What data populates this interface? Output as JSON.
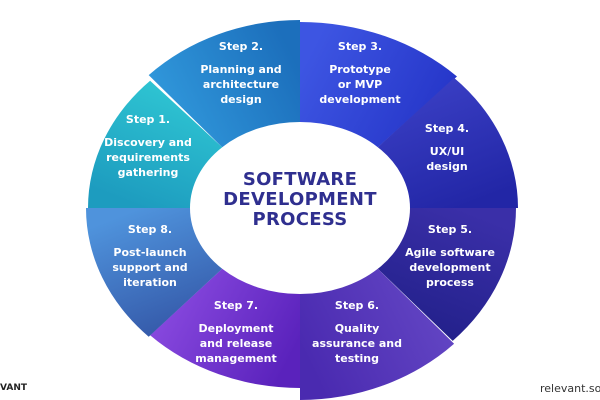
{
  "title": [
    "SOFTWARE",
    "DEVELOPMENT",
    "PROCESS"
  ],
  "steps": [
    {
      "label": "Step 1.",
      "text": "Discovery and requirements gathering",
      "lines": [
        "Discovery and",
        "requirements",
        "gathering"
      ],
      "colors": [
        "#2fc6d3",
        "#1d9cbf"
      ]
    },
    {
      "label": "Step 2.",
      "text": "Planning and architecture design",
      "lines": [
        "Planning and",
        "architecture",
        "design"
      ],
      "colors": [
        "#1c6fbc",
        "#3199dc"
      ]
    },
    {
      "label": "Step 3.",
      "text": "Prototype or MVP development",
      "lines": [
        "Prototype",
        "or MVP",
        "development"
      ],
      "colors": [
        "#2535c8",
        "#3d55e2"
      ]
    },
    {
      "label": "Step 4.",
      "text": "UX/UI design",
      "lines": [
        "UX/UI",
        "design"
      ],
      "colors": [
        "#2226a6",
        "#3a3fc4"
      ]
    },
    {
      "label": "Step 5.",
      "text": "Agile software development process",
      "lines": [
        "Agile software",
        "development",
        "process"
      ],
      "colors": [
        "#22208a",
        "#3a2fa8"
      ]
    },
    {
      "label": "Step 6.",
      "text": "Quality assurance and testing",
      "lines": [
        "Quality",
        "assurance and",
        "testing"
      ],
      "colors": [
        "#4a2ab0",
        "#6346c4"
      ]
    },
    {
      "label": "Step 7.",
      "text": "Deployment and release management",
      "lines": [
        "Deployment",
        "and release",
        "management"
      ],
      "colors": [
        "#8a4ae0",
        "#5a22bc"
      ]
    },
    {
      "label": "Step 8.",
      "text": "Post-launch support and iteration",
      "lines": [
        "Post-launch",
        "support and",
        "iteration"
      ],
      "colors": [
        "#4f93dc",
        "#3458a8"
      ]
    }
  ],
  "footer": {
    "left": "VANT",
    "right": "relevant.soft"
  },
  "colors": {
    "title": "#2f2f8f",
    "text": "#ffffff"
  }
}
